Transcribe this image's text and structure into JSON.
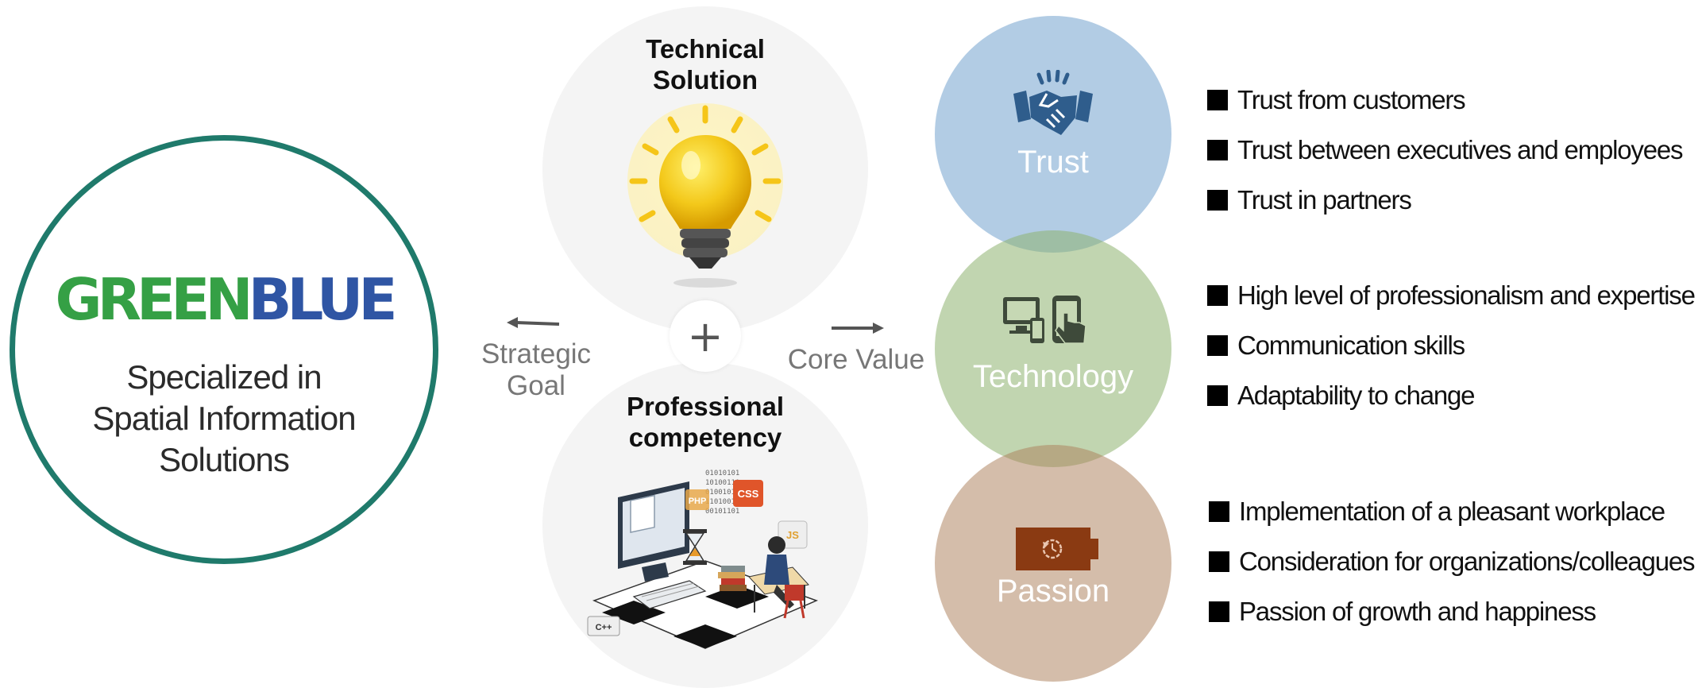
{
  "logo": {
    "green": "GREEN",
    "blue": "BLUE"
  },
  "tagline": [
    "Specialized in",
    "Spatial Information",
    "Solutions"
  ],
  "middle": {
    "top_title": [
      "Technical",
      "Solution"
    ],
    "bottom_title": [
      "Professional",
      "competency"
    ],
    "plus": "+",
    "left_label": [
      "Strategic",
      "Goal"
    ],
    "right_label": "Core Value"
  },
  "values": [
    {
      "label": "Trust",
      "icon": "handshake-icon",
      "bullets": [
        "Trust from customers",
        "Trust between executives and employees",
        "Trust in partners"
      ]
    },
    {
      "label": "Technology",
      "icon": "devices-icon",
      "bullets": [
        "High level of professionalism and expertise",
        "Communication skills",
        "Adaptability to change"
      ]
    },
    {
      "label": "Passion",
      "icon": "battery-icon",
      "bullets": [
        "Implementation of a pleasant workplace",
        "Consideration for organizations/colleagues",
        "Passion of growth and happiness"
      ]
    }
  ],
  "illustration_badges": {
    "php": "PHP",
    "css": "CSS",
    "js": "JS",
    "cpp": "C++"
  },
  "colors": {
    "logo_ring": "#1f7a6b",
    "green": "#35a045",
    "blue": "#2f55a4",
    "trust": "#7eaad2",
    "technology": "#8eb270",
    "passion": "#ac805c"
  }
}
